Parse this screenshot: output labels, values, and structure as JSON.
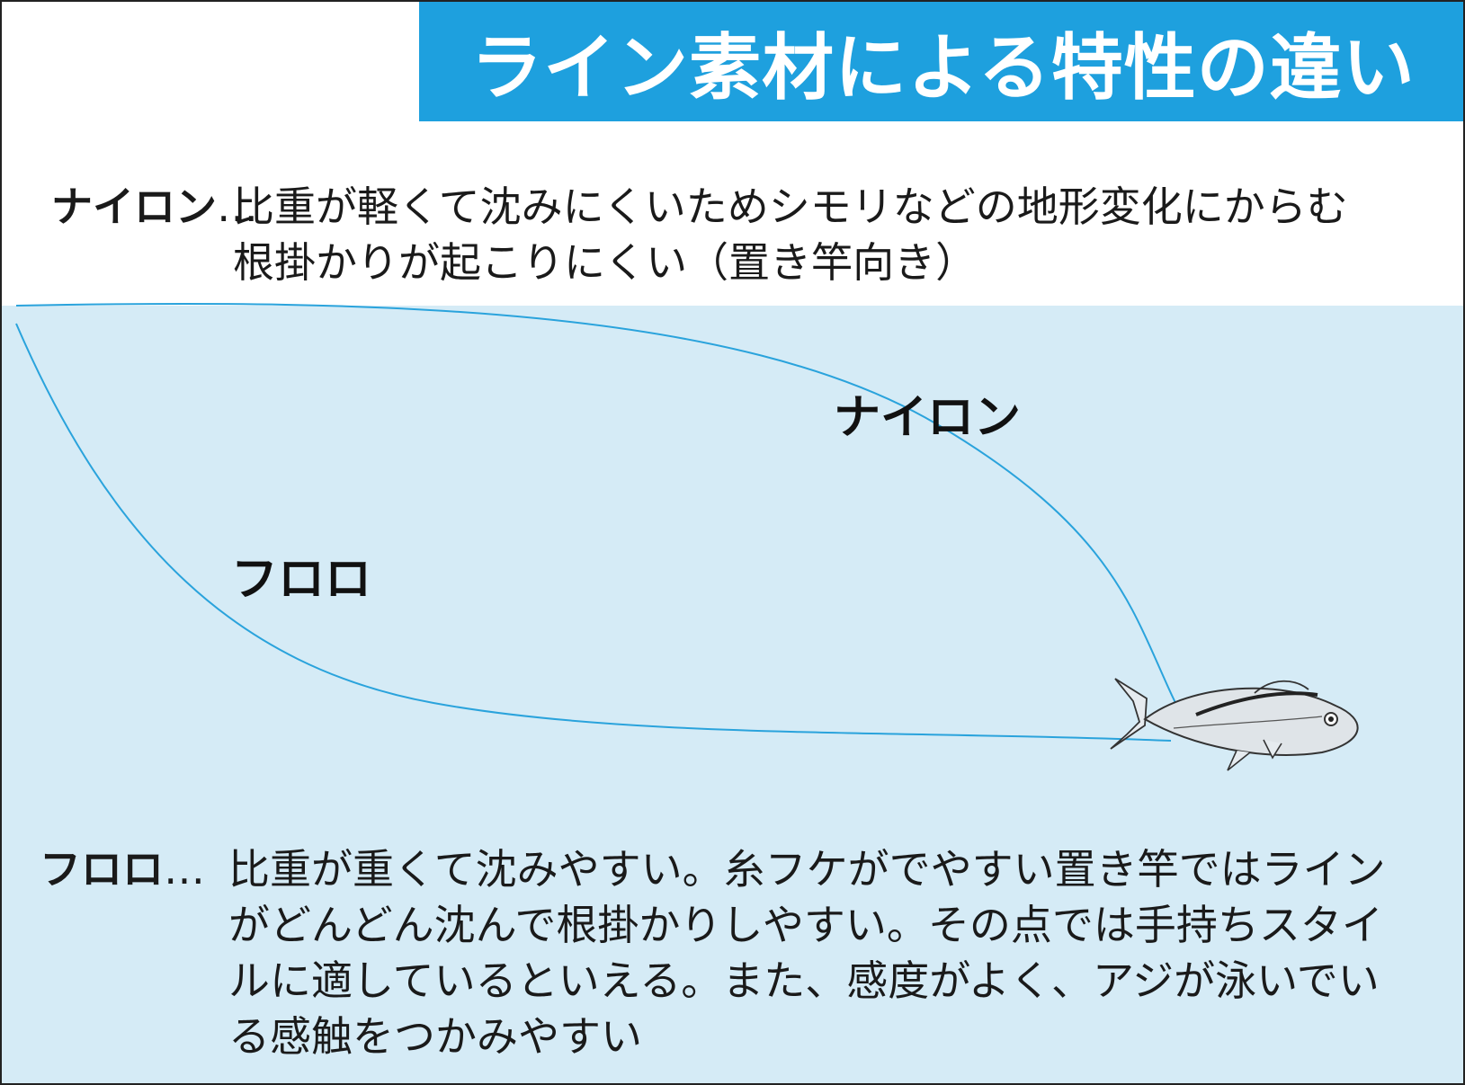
{
  "title": "ライン素材による特性の違い",
  "nylon": {
    "term": "ナイロン",
    "dots": "…",
    "description": "比重が軽くて沈みにくいためシモリなどの地形変化にからむ根掛かりが起こりにくい（置き竿向き）",
    "line_label": "ナイロン"
  },
  "fluoro": {
    "term": "フロロ",
    "dots": "…",
    "description": "比重が重くて沈みやすい。糸フケがでやすい置き竿ではラインがどんどん沈んで根掛かりしやすい。その点では手持ちスタイルに適しているといえる。また、感度がよく、アジが泳いでいる感触をつかみやすい",
    "line_label": "フロロ"
  },
  "colors": {
    "banner": "#1ea0de",
    "water": "#d5ebf6",
    "line": "#2aa3dc",
    "fish_body": "#dfe4e8",
    "fish_stroke": "#333333"
  },
  "icons": {
    "fish": "fish-icon"
  }
}
